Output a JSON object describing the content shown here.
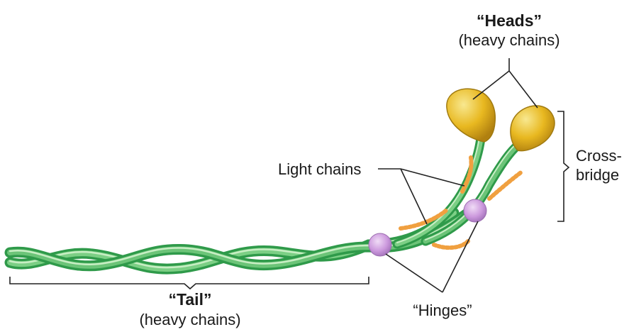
{
  "labels": {
    "heads_title": "“Heads”",
    "heads_sub": "(heavy chains)",
    "light_chains": "Light chains",
    "crossbridge_line1": "Cross-",
    "crossbridge_line2": "bridge",
    "tail_title": "“Tail”",
    "tail_sub": "(heavy chains)",
    "hinges": "“Hinges”"
  },
  "colors": {
    "heavy_chain_dark": "#2f9a4a",
    "heavy_chain_mid": "#5cc06e",
    "heavy_chain_light": "#b8e6b4",
    "head_fill": "#e8b820",
    "head_highlight": "#f6e07a",
    "hinge_fill": "#cc99dd",
    "light_chain": "#f0a040",
    "line": "#222222"
  }
}
